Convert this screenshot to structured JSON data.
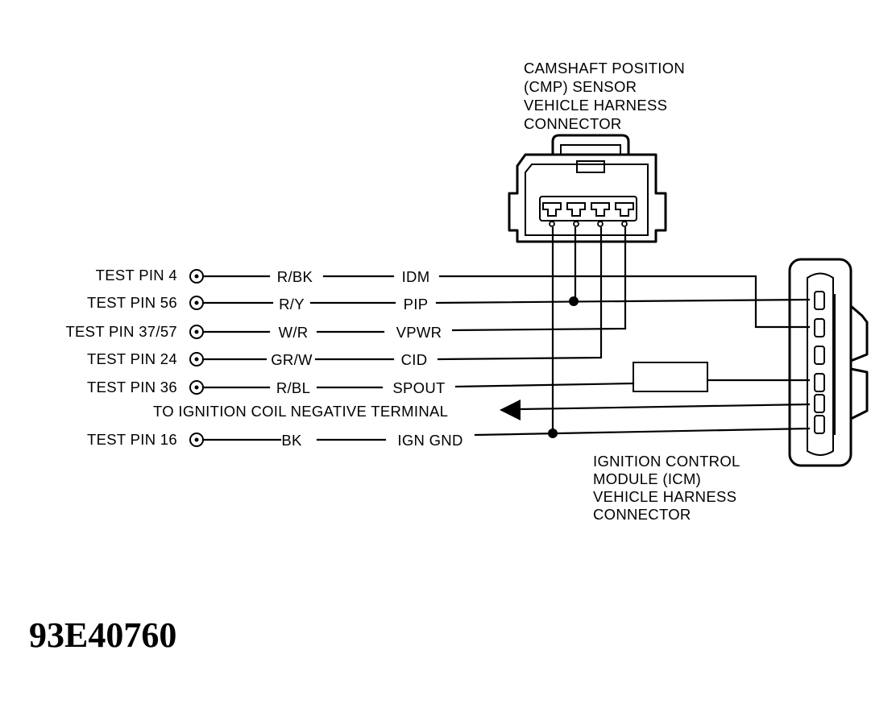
{
  "cmp_connector": {
    "caption": [
      "CAMSHAFT POSITION",
      "(CMP) SENSOR",
      "VEHICLE HARNESS",
      "CONNECTOR"
    ]
  },
  "icm_connector": {
    "caption": [
      "IGNITION CONTROL",
      "MODULE (ICM)",
      "VEHICLE HARNESS",
      "CONNECTOR"
    ]
  },
  "circuits": [
    {
      "pin": "TEST PIN 4",
      "color": "R/BK",
      "signal": "IDM"
    },
    {
      "pin": "TEST PIN 56",
      "color": "R/Y",
      "signal": "PIP"
    },
    {
      "pin": "TEST PIN 37/57",
      "color": "W/R",
      "signal": "VPWR"
    },
    {
      "pin": "TEST PIN 24",
      "color": "GR/W",
      "signal": "CID"
    },
    {
      "pin": "TEST PIN 36",
      "color": "R/BL",
      "signal": "SPOUT"
    },
    {
      "pin": "TEST PIN 16",
      "color": "BK",
      "signal": "IGN GND"
    }
  ],
  "coil_lead": "TO IGNITION COIL NEGATIVE TERMINAL",
  "figure_id": "93E40760"
}
